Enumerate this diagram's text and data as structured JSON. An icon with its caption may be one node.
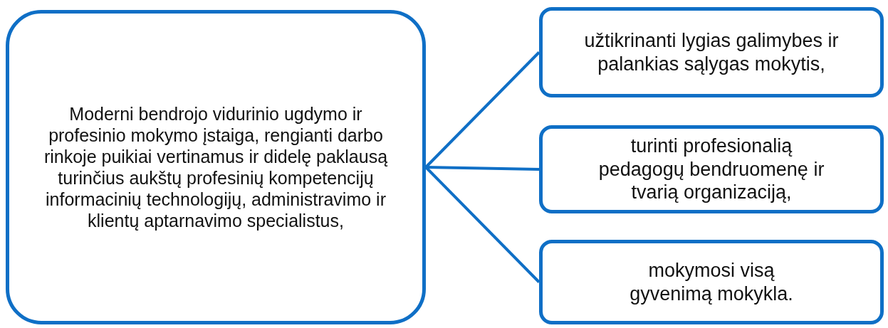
{
  "diagram": {
    "nodes": [
      {
        "text": [
          "Moderni bendrojo vidurinio ugdymo ir profesinio mokymo įstaiga, rengianti darbo rinkoje puikiai vertinamus ir didelę paklausą turinčius aukštų profesinių kompetencijų informacinių technologijų, administravimo ir klientų aptarnavimo specialistus,"
        ]
      },
      {
        "text": [
          "užtikrinanti lygias galimybes ir palankias sąlygas mokytis,"
        ]
      },
      {
        "text": [
          "turinti profesionalią pedagogų bendruomenę ir tvarią organizaciją,"
        ]
      },
      {
        "text": [
          "mokymosi visą gyvenimą mokykla."
        ]
      }
    ],
    "edges": [
      {
        "from": 0,
        "to": 1,
        "arrow": "none"
      },
      {
        "from": 0,
        "to": 2,
        "arrow": "none"
      },
      {
        "from": 0,
        "to": 3,
        "arrow": "none"
      }
    ]
  }
}
